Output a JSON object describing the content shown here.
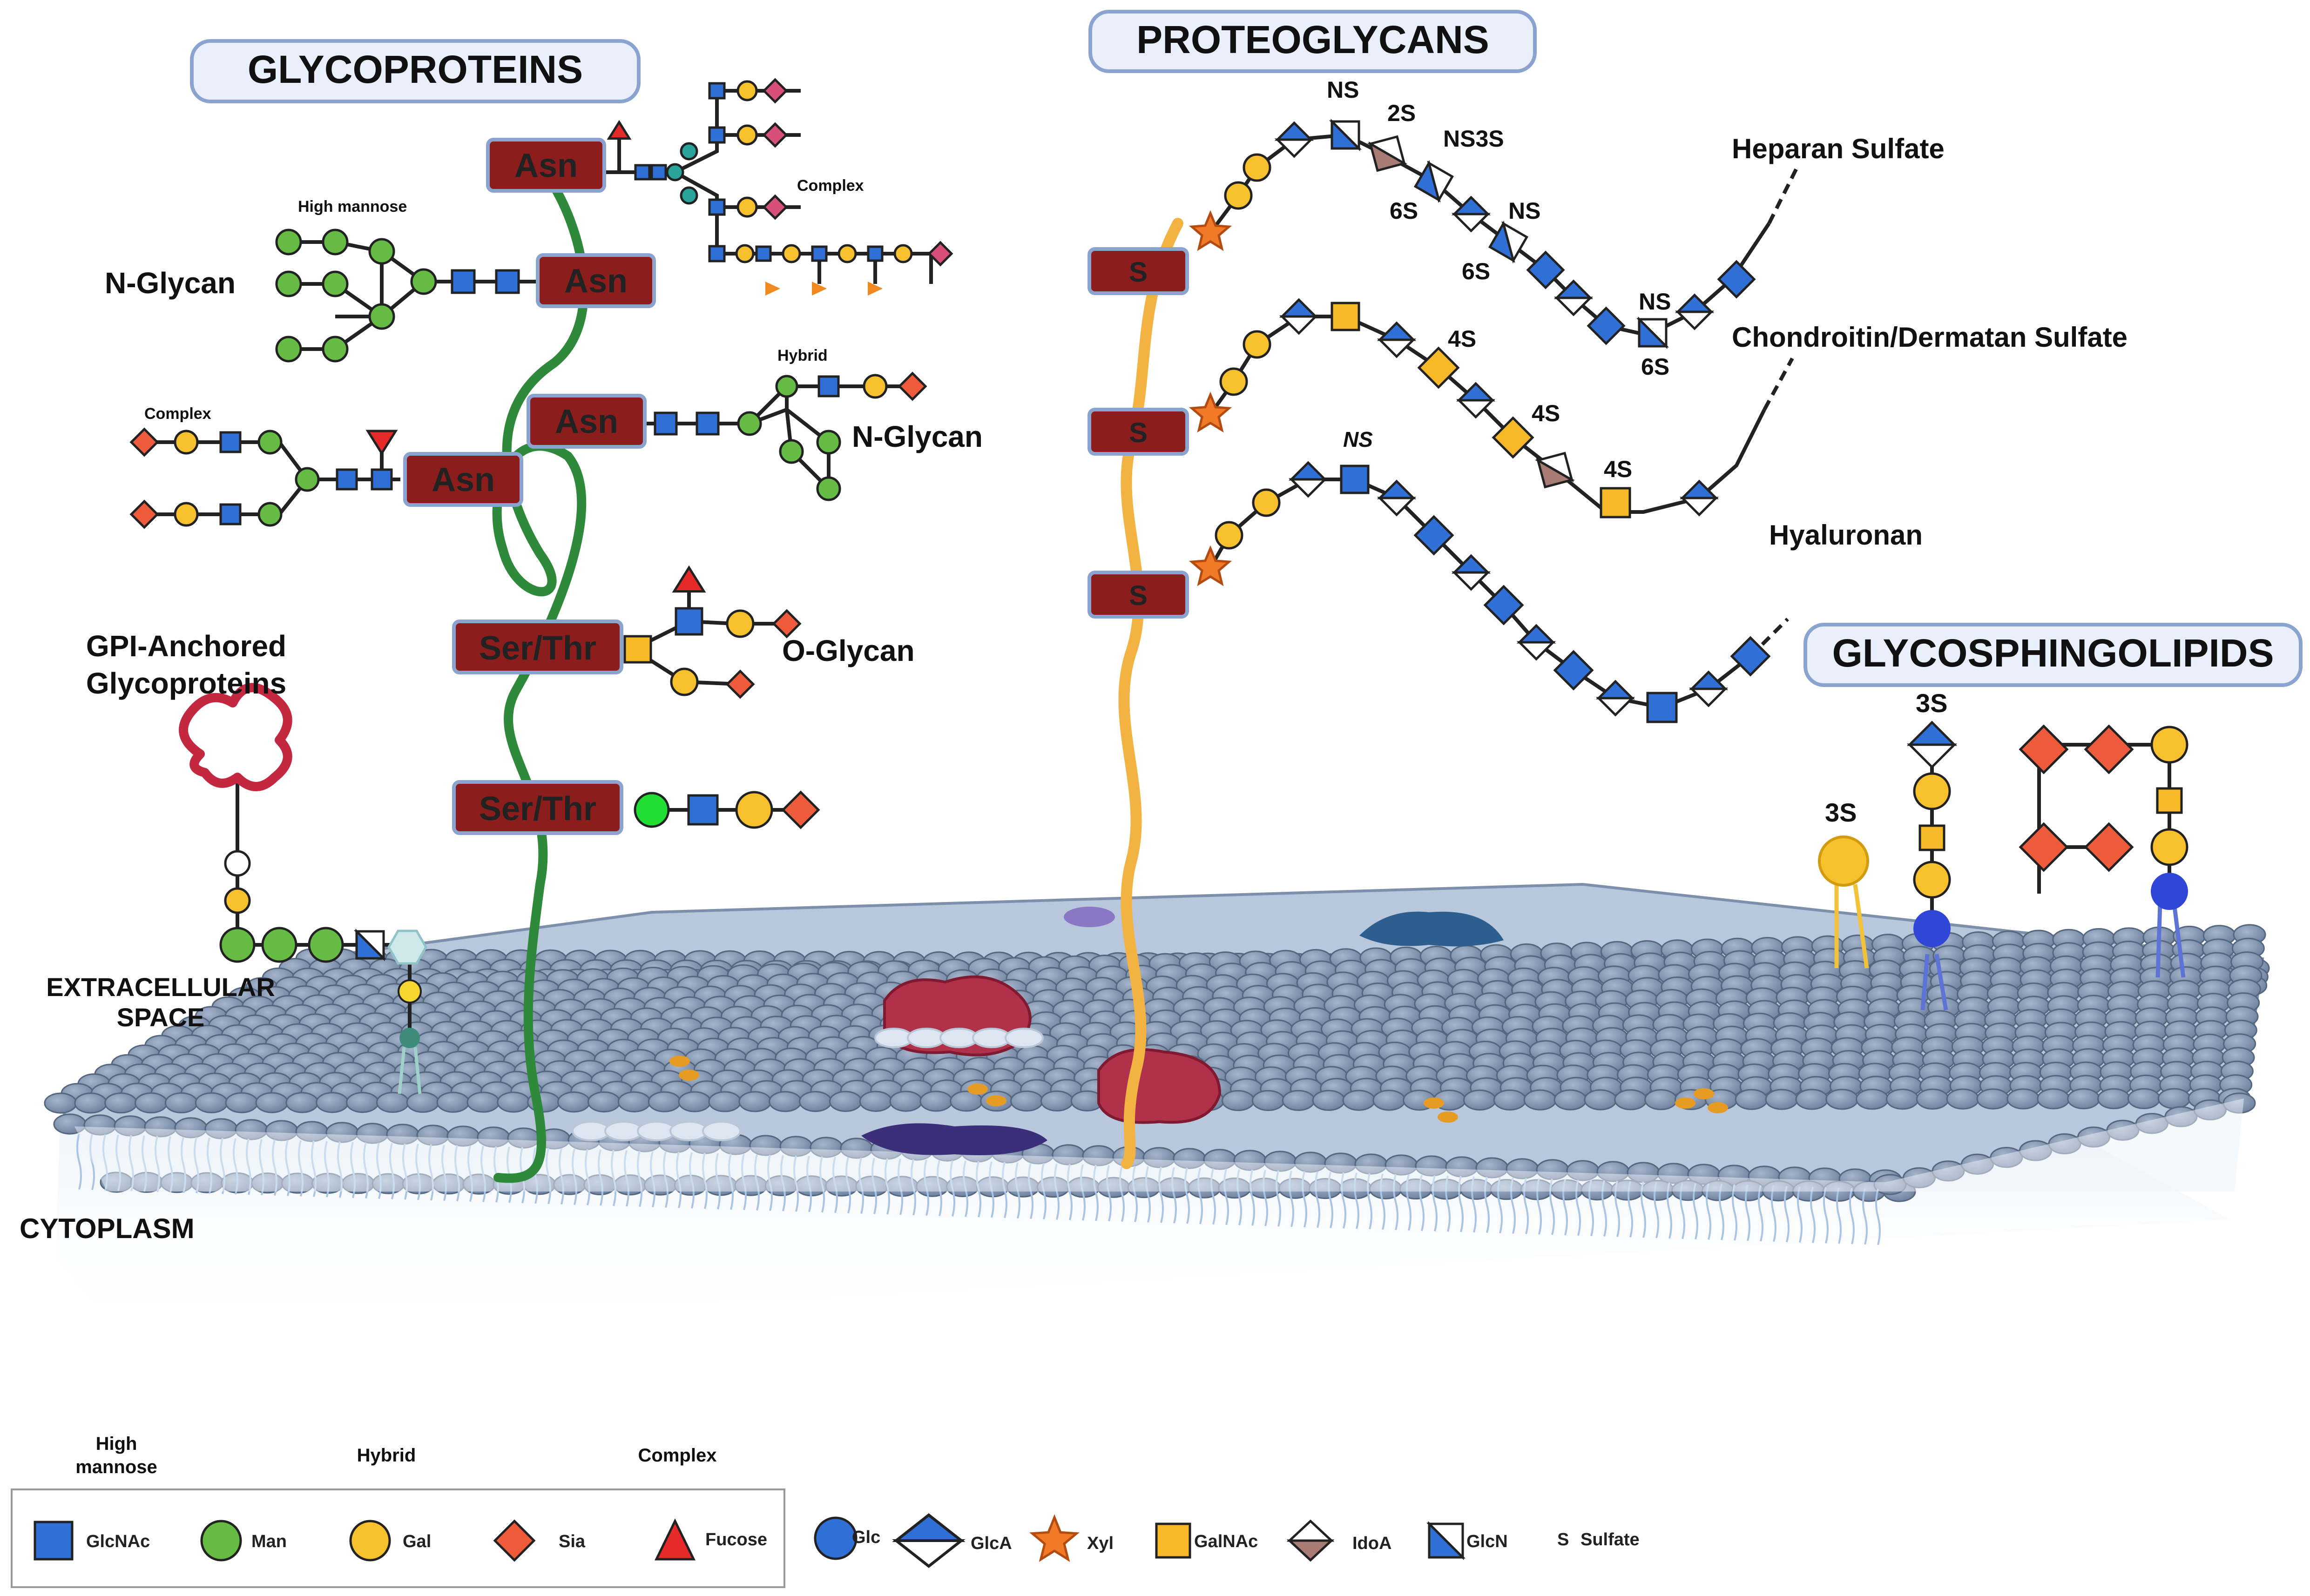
{
  "colors": {
    "glcnac": "#2f6fd6",
    "man": "#66bb44",
    "gal": "#f7c12e",
    "sia": "#ee5a3c",
    "fucose": "#e62a2a",
    "glc": "#2f6fd6",
    "xyl": "#f07a28",
    "galnac": "#f7b928",
    "idoa": "#a87c74",
    "core_tag": "#8b1d1d",
    "title_box": "#eaf0fb",
    "title_border": "#8aa4cf",
    "protein_green": "#2e8a3a",
    "protein_orange": "#f2b343",
    "lipid_head": "#8396b3"
  },
  "titles": {
    "glycoproteins": "GLYCOPROTEINS",
    "proteoglycans": "PROTEOGLYCANS",
    "glycosphingolipids": "GLYCOSPHINGOLIPIDS"
  },
  "labels": {
    "n_glycan_left": "N-Glycan",
    "n_glycan_right": "N-Glycan",
    "o_glycan": "O-Glycan",
    "high_mannose": "High mannose",
    "complex_top": "Complex",
    "complex_left": "Complex",
    "hybrid": "Hybrid",
    "gpi_line1": "GPI-Anchored",
    "gpi_line2": "Glycoproteins",
    "extracellular_line1": "EXTRACELLULAR",
    "extracellular_line2": "SPACE",
    "cytoplasm": "CYTOPLASM",
    "heparan": "Heparan Sulfate",
    "chondroitin": "Chondroitin/Dermatan Sulfate",
    "hyaluronan": "Hyaluronan"
  },
  "core_tags": {
    "asn1": "Asn",
    "asn2": "Asn",
    "asn3": "Asn",
    "asn4": "Asn",
    "serthr1": "Ser/Thr",
    "serthr2": "Ser/Thr",
    "s1": "S",
    "s2": "S",
    "s3": "S"
  },
  "sulfation": {
    "hs_ns1": "NS",
    "hs_2s": "2S",
    "hs_ns3s": "NS3S",
    "hs_6s1": "6S",
    "hs_ns2": "NS",
    "hs_6s2": "6S",
    "hs_ns3": "NS",
    "hs_6s3": "6S",
    "cs_4s1": "4S",
    "cs_4s2": "4S",
    "cs_4s3": "4S",
    "ha_ns": "NS",
    "gsl_3s1": "3S",
    "gsl_3s2": "3S"
  },
  "legend": {
    "groups": [
      "High\nmannose",
      "Hybrid",
      "Complex"
    ],
    "group_line1": "High",
    "group_line2": "mannose",
    "group_hybrid": "Hybrid",
    "group_complex": "Complex",
    "items": {
      "glcnac": "GlcNAc",
      "man": "Man",
      "gal": "Gal",
      "sia": "Sia",
      "fucose": "Fucose",
      "glc": "Glc",
      "glca": "GlcA",
      "xyl": "Xyl",
      "galnac": "GalNAc",
      "idoa": "IdoA",
      "glcn": "GlcN",
      "sulfate_symbol": "S",
      "sulfate": "Sulfate"
    }
  }
}
